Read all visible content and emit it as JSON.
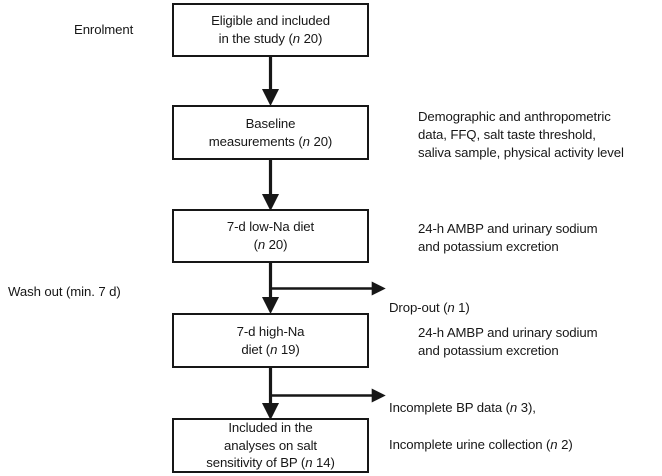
{
  "figure": {
    "type": "flowchart",
    "orientation": "vertical",
    "background_color": "#ffffff",
    "line_color": "#171717",
    "text_color": "#171717"
  },
  "stage_labels": [
    {
      "id": "enrolment",
      "text": "Enrolment"
    },
    {
      "id": "wash-out",
      "text": "Wash out (min. 7 d)"
    }
  ],
  "nodes": [
    {
      "id": "eligible-included",
      "line1": "Eligible and included",
      "line2_pre": "in the study (",
      "line2_n": "n",
      "line2_post": " 20)",
      "n_value": "20"
    },
    {
      "id": "baseline-measurements",
      "line1": "Baseline",
      "line2_pre": "measurements (",
      "line2_n": "n",
      "line2_post": " 20)",
      "n_value": "20"
    },
    {
      "id": "low-na-diet",
      "line1": "7-d low-Na diet",
      "line2_pre": "(",
      "line2_n": "n",
      "line2_post": " 20)",
      "n_value": "20"
    },
    {
      "id": "high-na-diet",
      "line1": "7-d high-Na",
      "line2_pre": "diet (",
      "line2_n": "n",
      "line2_post": " 19)",
      "n_value": "19"
    },
    {
      "id": "included-analyses",
      "line1": "Included in the",
      "line2": "analyses on salt",
      "line3_pre": "sensitivity of BP (",
      "line3_n": "n",
      "line3_post": " 14)",
      "n_value": "14"
    }
  ],
  "side_notes": [
    {
      "id": "baseline-note",
      "text": "Demographic and anthropometric\ndata, FFQ, salt taste threshold,\nsaliva sample, physical activity level"
    },
    {
      "id": "low-na-note",
      "text": "24-h AMBP and urinary sodium\nand potassium excretion"
    },
    {
      "id": "high-na-note",
      "text": "24-h AMBP and urinary sodium\nand potassium excretion"
    }
  ],
  "exclusions": [
    {
      "id": "drop-out",
      "pre": "Drop-out (",
      "n": "n",
      "post": " 1)",
      "n_value": "1"
    },
    {
      "id": "incomplete-bp",
      "line1_pre": "Incomplete BP data (",
      "line1_n": "n",
      "line1_post": " 3),",
      "line2_pre": "Incomplete urine collection (",
      "line2_n": "n",
      "line2_post": " 2)",
      "n_values": [
        "3",
        "2"
      ]
    }
  ]
}
